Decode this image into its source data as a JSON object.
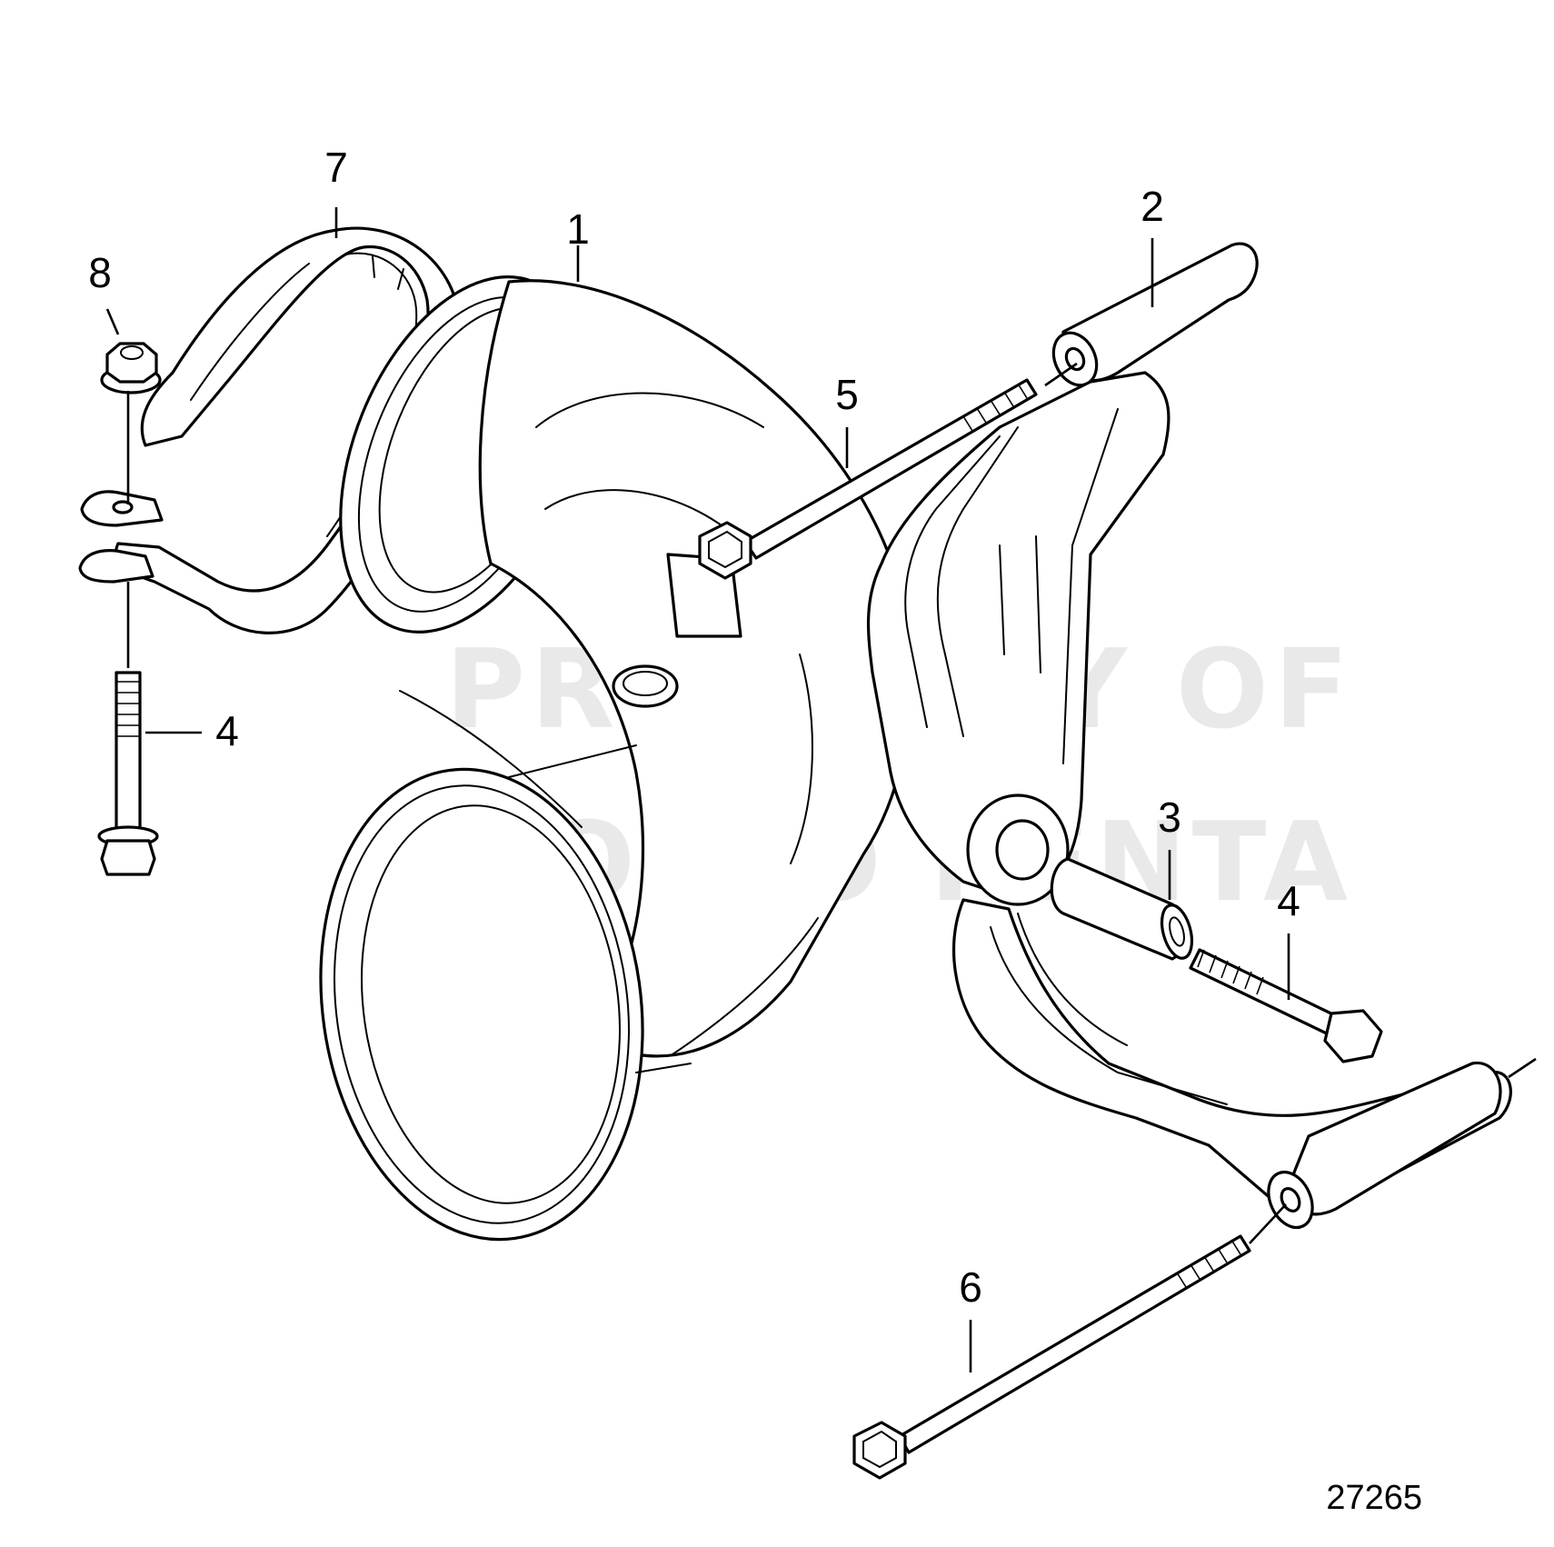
{
  "callouts": [
    "1",
    "2",
    "3",
    "4",
    "4",
    "5",
    "6",
    "7",
    "8"
  ],
  "reference_number": "27265",
  "watermark": {
    "line1": "PROPERTY OF",
    "line2": "VOLVO PENTA"
  },
  "colors": {
    "line": "#000000",
    "background": "#ffffff",
    "watermark": "#d8d8d8"
  }
}
